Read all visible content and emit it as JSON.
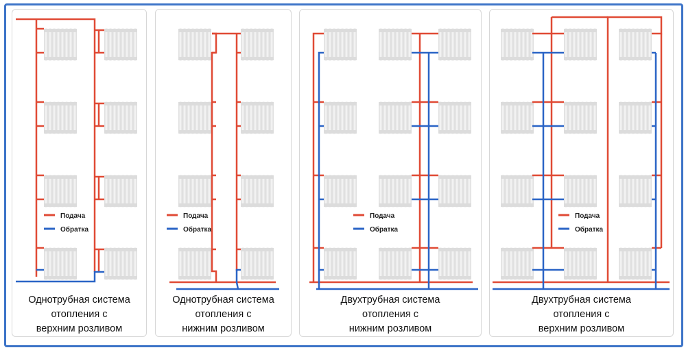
{
  "colors": {
    "supply": "#e04a35",
    "return": "#2a64c6",
    "frame": "#3d74c8",
    "radiator": "#e8e8e8"
  },
  "panels": [
    {
      "caption": [
        "Однотрубная система",
        "отопления с",
        "верхним розливом"
      ],
      "legend": {
        "supply": "Подача",
        "return": "Обратка"
      }
    },
    {
      "caption": [
        "Однотрубная система",
        "отопления с",
        "нижним розливом"
      ],
      "legend": {
        "supply": "Подача",
        "return": "Обратка"
      }
    },
    {
      "caption": [
        "Двухтрубная система",
        "отопления с",
        "нижним розливом"
      ],
      "legend": {
        "supply": "Подача",
        "return": "Обратка"
      }
    },
    {
      "caption": [
        "Двухтрубная система",
        "отопления с",
        "верхним розливом"
      ],
      "legend": {
        "supply": "Подача",
        "return": "Обратка"
      }
    }
  ]
}
